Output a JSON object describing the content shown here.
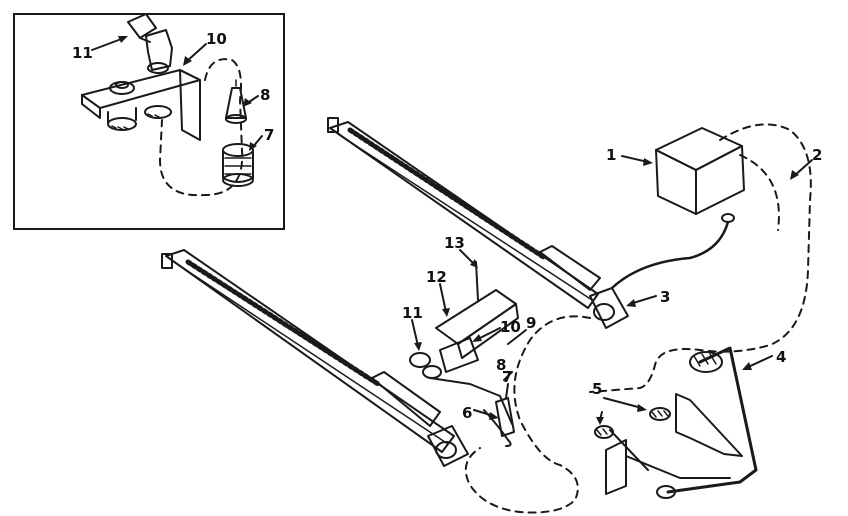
{
  "diagram": {
    "callouts": {
      "inset_11": "11",
      "inset_10": "10",
      "inset_8": "8",
      "inset_7": "7",
      "main_1": "1",
      "main_2": "2",
      "main_3": "3",
      "main_4": "4",
      "main_5": "5",
      "main_6": "6",
      "main_7": "7",
      "main_8": "8",
      "main_9": "9",
      "main_10": "10",
      "main_11": "11",
      "main_12": "12",
      "main_13": "13"
    }
  }
}
